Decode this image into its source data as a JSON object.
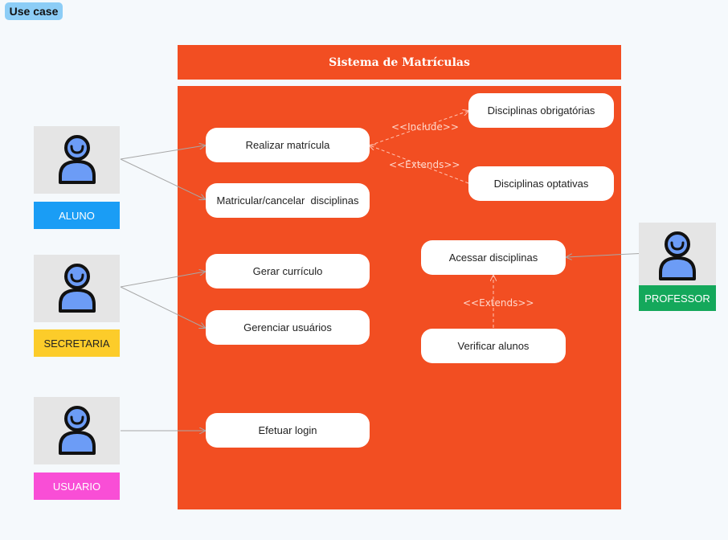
{
  "badge": "Use case",
  "system": {
    "title": "Sistema de Matrículas"
  },
  "colors": {
    "system": "#f24e22",
    "aluno": "#1a9df5",
    "secretaria": "#fccc2a",
    "usuario": "#f94ed6",
    "professor": "#14a85b",
    "actor_fill": "#6c9cf6"
  },
  "actors": {
    "aluno": {
      "label": "ALUNO",
      "icon": "person-icon"
    },
    "secretaria": {
      "label": "SECRETARIA",
      "icon": "person-icon"
    },
    "usuario": {
      "label": "USUARIO",
      "icon": "person-icon"
    },
    "professor": {
      "label": "PROFESSOR",
      "icon": "person-icon"
    }
  },
  "use_cases": {
    "realizar_matricula": "Realizar matrícula",
    "matricular_cancelar": "Matricular/cancelar  disciplinas",
    "disciplinas_obrigatorias": "Disciplinas obrigatórias",
    "disciplinas_optativas": "Disciplinas optativas",
    "gerar_curriculo": "Gerar currículo",
    "gerenciar_usuarios": "Gerenciar usuários",
    "acessar_disciplinas": "Acessar disciplinas",
    "verificar_alunos": "Verificar alunos",
    "efetuar_login": "Efetuar login"
  },
  "relations": {
    "include": "<<Include>>",
    "extends_optativas": "<<Extends>>",
    "extends_verificar": "<<Extends>>"
  }
}
